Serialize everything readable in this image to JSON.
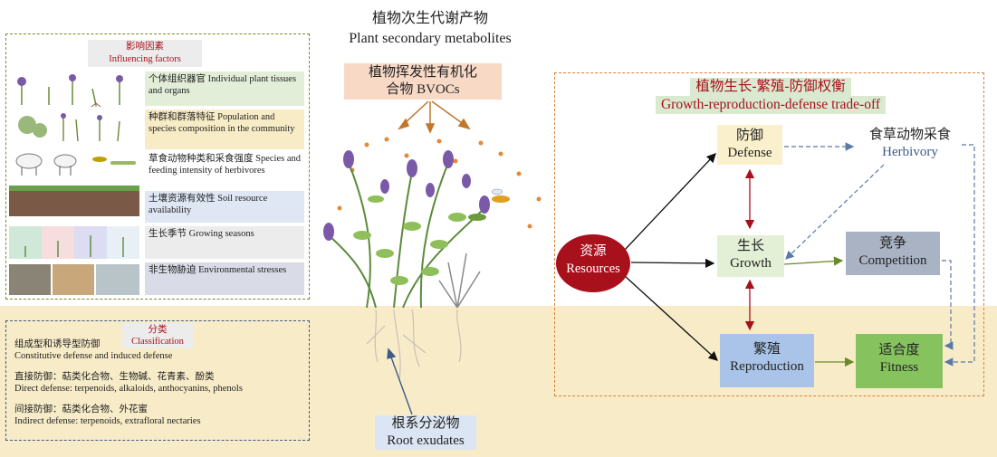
{
  "title": {
    "zh": "植物次生代谢产物",
    "en": "Plant secondary metabolites"
  },
  "influencing": {
    "header_zh": "影响因素",
    "header_en": "Influencing factors",
    "items": [
      {
        "zh": "个体组织器官",
        "en": "Individual plant tissues and organs",
        "color": "#e3eed8"
      },
      {
        "zh": "种群和群落特征",
        "en": "Population and species composition in the community",
        "color": "#f8ecc6"
      },
      {
        "zh": "草食动物种类和采食强度",
        "en": "Species and feeding intensity of herbivores",
        "color": "#ffffff"
      },
      {
        "zh": "土壤资源有效性",
        "en": "Soil resource availability",
        "color": "#dfe7f4"
      },
      {
        "zh": "生长季节",
        "en": "Growing seasons",
        "color": "#ececec"
      },
      {
        "zh": "非生物胁迫",
        "en": "Environmental stresses",
        "color": "#d9dbe6"
      }
    ]
  },
  "classification": {
    "header_zh": "分类",
    "header_en": "Classification",
    "lines": [
      {
        "zh": "组成型和诱导型防御",
        "en": "Constitutive defense and induced defense"
      },
      {
        "zh": "直接防御：萜类化合物、生物碱、花青素、酚类",
        "en": "Direct defense: terpenoids, alkaloids, anthocyanins, phenols"
      },
      {
        "zh": "间接防御：萜类化合物、外花蜜",
        "en": "Indirect defense: terpenoids, extrafloral nectaries"
      }
    ]
  },
  "bvocs": {
    "line1": "植物挥发性有机化",
    "line2": "合物 BVOCs"
  },
  "root": {
    "zh": "根系分泌物",
    "en": "Root exudates"
  },
  "tradeoff": {
    "title_zh": "植物生长-繁殖-防御权衡",
    "title_en": "Growth-reproduction-defense trade-off",
    "nodes": {
      "resources": {
        "zh": "资源",
        "en": "Resources"
      },
      "defense": {
        "zh": "防御",
        "en": "Defense"
      },
      "herbivory": {
        "zh": "食草动物采食",
        "en": "Herbivory"
      },
      "growth": {
        "zh": "生长",
        "en": "Growth"
      },
      "competition": {
        "zh": "竞争",
        "en": "Competition"
      },
      "reproduction": {
        "zh": "繁殖",
        "en": "Reproduction"
      },
      "fitness": {
        "zh": "适合度",
        "en": "Fitness"
      }
    }
  },
  "colors": {
    "soil": "#f8ecc8",
    "influence_border": "#7a8a2a",
    "class_border": "#3d5a8a",
    "tradeoff_border": "#d9823a",
    "resources": "#a8101c",
    "defense": "#fbf0cc",
    "growth": "#e3f0d6",
    "competition": "#aab3c4",
    "reproduction": "#a9c4e8",
    "fitness": "#86c25e",
    "bvocs_box": "#f7d9c6",
    "root_box": "#dbe5f3",
    "tradeoff_title_bg": "#d9ead0"
  }
}
